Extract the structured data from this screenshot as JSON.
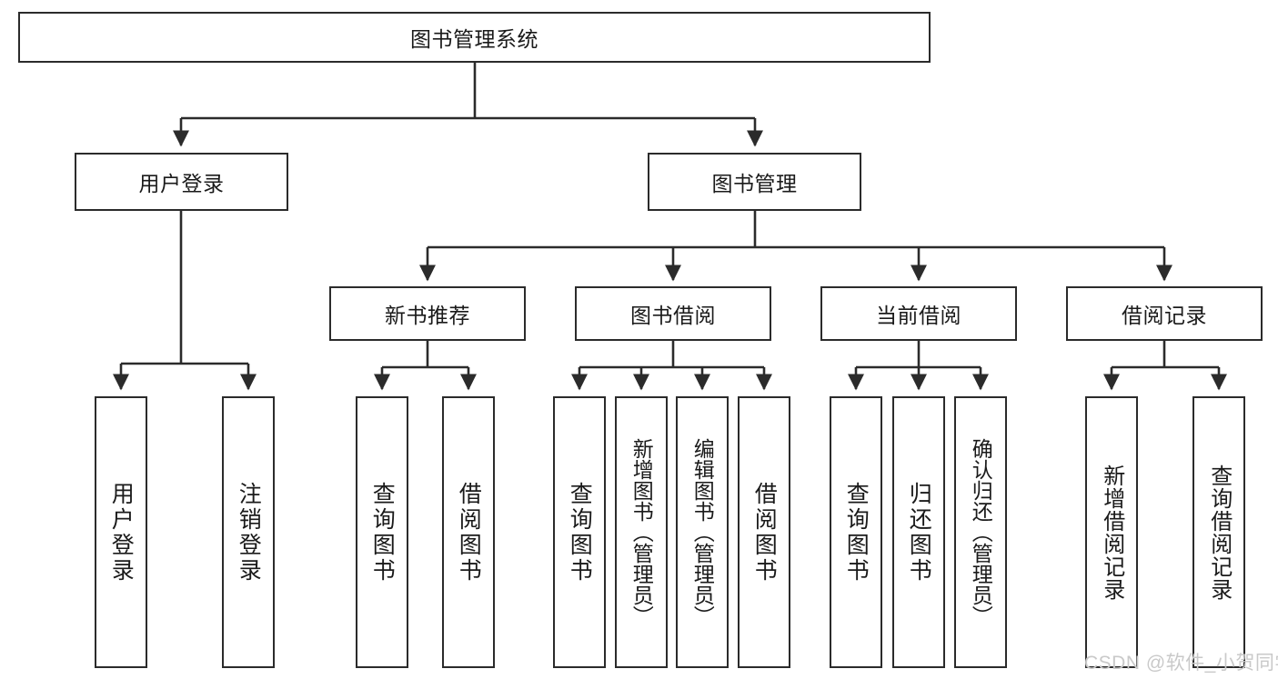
{
  "diagram": {
    "title": "图书管理系统",
    "root": {
      "label": "图书管理系统"
    },
    "level2": [
      {
        "label": "用户登录"
      },
      {
        "label": "图书管理"
      }
    ],
    "level3": [
      {
        "label": "新书推荐"
      },
      {
        "label": "图书借阅"
      },
      {
        "label": "当前借阅"
      },
      {
        "label": "借阅记录"
      }
    ],
    "leaves": [
      {
        "label": "用户登录"
      },
      {
        "label": "注销登录"
      },
      {
        "label": "查询图书"
      },
      {
        "label": "借阅图书"
      },
      {
        "label": "查询图书"
      },
      {
        "label": "新增图书（管理员）"
      },
      {
        "label": "编辑图书（管理员）"
      },
      {
        "label": "借阅图书"
      },
      {
        "label": "查询图书"
      },
      {
        "label": "归还图书"
      },
      {
        "label": "确认归还（管理员）"
      },
      {
        "label": "新增借阅记录"
      },
      {
        "label": "查询借阅记录"
      }
    ]
  },
  "watermark": {
    "text": "CSDN @软件_小贺同学"
  },
  "colors": {
    "stroke": "#2b2b2b",
    "background": "#ffffff",
    "text": "#1a1a1a",
    "watermark": "#c9c9c9"
  }
}
